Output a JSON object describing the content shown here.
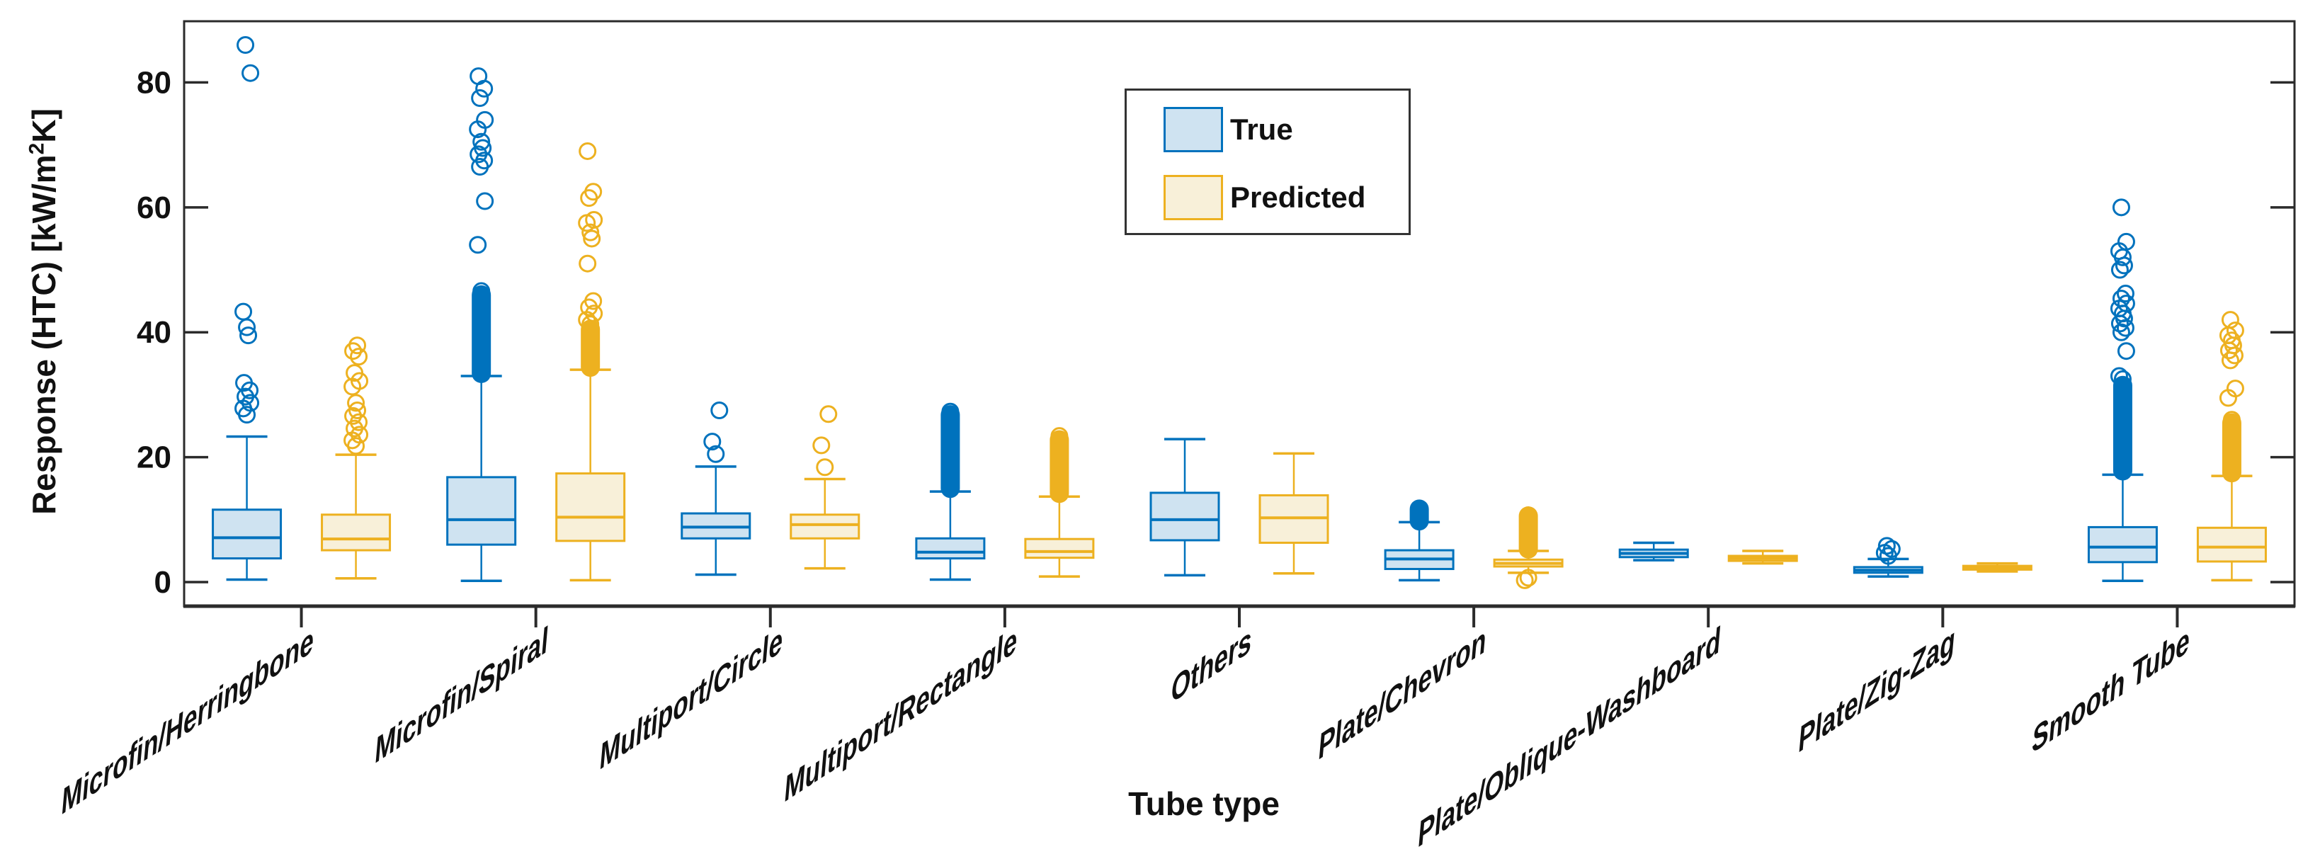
{
  "chart_data": {
    "type": "grouped_boxplot",
    "title": "",
    "xlabel": "Tube type",
    "ylabel": "Response (HTC) [kW/m2K]",
    "ylabel_parts": {
      "prefix": "Response (HTC) [kW/m",
      "sup": "2",
      "suffix": "K]"
    },
    "y_ticks": [
      0,
      20,
      40,
      60,
      80
    ],
    "y_tick_labels": [
      "0",
      "20",
      "40",
      "60",
      "80"
    ],
    "ylim": [
      -3.85,
      89.8
    ],
    "grid": false,
    "legend": {
      "position": "north-inside",
      "items": [
        {
          "label": "True",
          "series": "true"
        },
        {
          "label": "Predicted",
          "series": "predicted"
        }
      ]
    },
    "colors": {
      "true_line": "#0072BD",
      "true_fill": "#CFE3F1",
      "predicted_line": "#EDB120",
      "predicted_fill": "#F8F0D9",
      "axis": "#2b2b2b",
      "text": "#111111"
    },
    "categories": [
      "Microfin/Herringbone",
      "Microfin/Spiral",
      "Multiport/Circle",
      "Multiport/Rectangle",
      "Others",
      "Plate/Chevron",
      "Plate/Oblique-Washboard",
      "Plate/Zig-Zag",
      "Smooth Tube"
    ],
    "series": [
      {
        "name": "True",
        "boxes": [
          {
            "whisker_low": 0.4,
            "q1": 3.8,
            "median": 7.1,
            "q3": 11.6,
            "whisker_high": 23.3,
            "outliers": [
              26.8,
              27.8,
              28.7,
              29.7,
              30.7,
              31.9,
              39.5,
              40.8,
              43.3,
              81.5,
              86
            ],
            "outlier_band": null
          },
          {
            "whisker_low": 0.2,
            "q1": 6.0,
            "median": 10.0,
            "q3": 16.8,
            "whisker_high": 33.0,
            "outliers": [
              46.6,
              54,
              61,
              66.5,
              67.5,
              68.5,
              69.5,
              70.5,
              72.5,
              74,
              77.5,
              79,
              81
            ],
            "outlier_band": [
              33.4,
              46
            ]
          },
          {
            "whisker_low": 1.2,
            "q1": 7.0,
            "median": 8.8,
            "q3": 11.0,
            "whisker_high": 18.5,
            "outliers": [
              20.5,
              22.5,
              27.5
            ],
            "outlier_band": null
          },
          {
            "whisker_low": 0.4,
            "q1": 3.8,
            "median": 4.8,
            "q3": 7.0,
            "whisker_high": 14.5,
            "outliers": [
              27.3
            ],
            "outlier_band": [
              15.0,
              26.8
            ]
          },
          {
            "whisker_low": 1.1,
            "q1": 6.7,
            "median": 10.0,
            "q3": 14.3,
            "whisker_high": 22.9,
            "outliers": [],
            "outlier_band": null
          },
          {
            "whisker_low": 0.3,
            "q1": 2.1,
            "median": 3.7,
            "q3": 5.1,
            "whisker_high": 9.6,
            "outliers": [],
            "outlier_band": [
              9.8,
              11.7
            ]
          },
          {
            "whisker_low": 3.5,
            "q1": 4.0,
            "median": 4.6,
            "q3": 5.2,
            "whisker_high": 6.3,
            "outliers": [],
            "outlier_band": null
          },
          {
            "whisker_low": 0.9,
            "q1": 1.5,
            "median": 1.9,
            "q3": 2.4,
            "whisker_high": 3.7,
            "outliers": [
              4.2,
              4.7,
              5.3,
              5.8
            ],
            "outlier_band": null
          },
          {
            "whisker_low": 0.2,
            "q1": 3.2,
            "median": 5.6,
            "q3": 8.8,
            "whisker_high": 17.2,
            "outliers": [
              32.5,
              33,
              37,
              40,
              40.7,
              41.4,
              42.2,
              43,
              43.8,
              44.6,
              45.4,
              46.2,
              50,
              50.7,
              52,
              53,
              54.5,
              60
            ],
            "outlier_band": [
              17.8,
              31.5
            ]
          }
        ]
      },
      {
        "name": "Predicted",
        "boxes": [
          {
            "whisker_low": 0.6,
            "q1": 5.1,
            "median": 6.9,
            "q3": 10.8,
            "whisker_high": 20.4,
            "outliers": [
              21.8,
              22.7,
              23.6,
              24.6,
              25.6,
              26.6,
              27.5,
              28.7,
              31.3,
              32.2,
              33.5,
              36.1,
              37.0,
              37.9
            ],
            "outlier_band": null
          },
          {
            "whisker_low": 0.3,
            "q1": 6.6,
            "median": 10.4,
            "q3": 17.4,
            "whisker_high": 34.0,
            "outliers": [
              41.3,
              42,
              43,
              44,
              45,
              51,
              55,
              56,
              57.5,
              58,
              61.5,
              62.5,
              69
            ],
            "outlier_band": [
              34.4,
              40.5
            ]
          },
          {
            "whisker_low": 2.2,
            "q1": 7.0,
            "median": 9.2,
            "q3": 10.8,
            "whisker_high": 16.5,
            "outliers": [
              18.4,
              21.9,
              26.9
            ],
            "outlier_band": null
          },
          {
            "whisker_low": 0.9,
            "q1": 3.9,
            "median": 4.9,
            "q3": 6.9,
            "whisker_high": 13.7,
            "outliers": [
              23.4
            ],
            "outlier_band": [
              14.2,
              22.8
            ]
          },
          {
            "whisker_low": 1.4,
            "q1": 6.3,
            "median": 10.3,
            "q3": 13.9,
            "whisker_high": 20.6,
            "outliers": [],
            "outlier_band": null
          },
          {
            "whisker_low": 1.5,
            "q1": 2.5,
            "median": 3.0,
            "q3": 3.6,
            "whisker_high": 5.0,
            "outliers": [
              0.7,
              0.3
            ],
            "outlier_band": [
              5.3,
              10.6
            ]
          },
          {
            "whisker_low": 3.0,
            "q1": 3.4,
            "median": 3.8,
            "q3": 4.2,
            "whisker_high": 5.0,
            "outliers": [],
            "outlier_band": null
          },
          {
            "whisker_low": 1.7,
            "q1": 2.0,
            "median": 2.3,
            "q3": 2.6,
            "whisker_high": 3.0,
            "outliers": [],
            "outlier_band": null
          },
          {
            "whisker_low": 0.3,
            "q1": 3.3,
            "median": 5.6,
            "q3": 8.7,
            "whisker_high": 17.0,
            "outliers": [
              26,
              29.5,
              31,
              35.5,
              36.3,
              37.1,
              37.9,
              38.7,
              39.5,
              40.3,
              42
            ],
            "outlier_band": [
              17.5,
              25.5
            ]
          }
        ]
      }
    ]
  }
}
